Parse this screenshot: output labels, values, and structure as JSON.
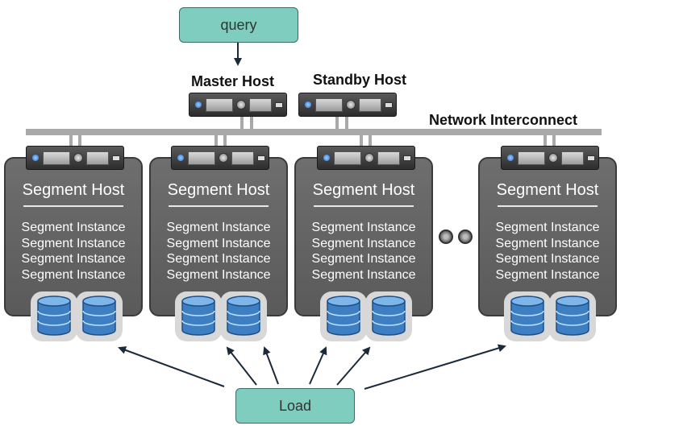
{
  "query_label": "query",
  "load_label": "Load",
  "master_host_label": "Master Host",
  "standby_host_label": "Standby Host",
  "network_label": "Network Interconnect",
  "segment_hosts": [
    {
      "title": "Segment Host",
      "instances": [
        "Segment Instance",
        "Segment Instance",
        "Segment Instance",
        "Segment Instance"
      ]
    },
    {
      "title": "Segment Host",
      "instances": [
        "Segment Instance",
        "Segment Instance",
        "Segment Instance",
        "Segment Instance"
      ]
    },
    {
      "title": "Segment Host",
      "instances": [
        "Segment Instance",
        "Segment Instance",
        "Segment Instance",
        "Segment Instance"
      ]
    },
    {
      "title": "Segment Host",
      "instances": [
        "Segment Instance",
        "Segment Instance",
        "Segment Instance",
        "Segment Instance"
      ]
    }
  ],
  "colors": {
    "teal_box": "#7ecdbf",
    "segment_box": "#666666",
    "bus": "#a9a9a9",
    "arrow": "#1b2a3a",
    "disk_blue": "#3d7fc2"
  }
}
